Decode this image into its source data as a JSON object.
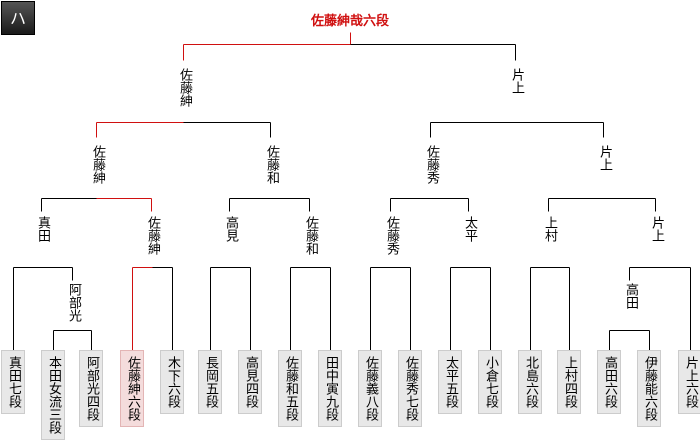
{
  "tab_label": "ハ",
  "champion": "佐藤紳哉六段",
  "colors": {
    "winner_path": "#d01010",
    "line": "#000000",
    "box": "#e8e8e8",
    "box_highlight": "#f4dcdc"
  },
  "round_winners": {
    "final": [
      "佐藤紳",
      "片上"
    ],
    "semi": [
      "佐藤紳",
      "佐藤和",
      "佐藤秀",
      "片上"
    ],
    "quarter": [
      "真田",
      "佐藤紳",
      "高見",
      "佐藤和",
      "佐藤秀",
      "太平",
      "上村",
      "片上"
    ],
    "first": [
      "阿部光",
      "高田"
    ]
  },
  "players": [
    {
      "name": "真田七段"
    },
    {
      "name": "本田女流三段"
    },
    {
      "name": "阿部光四段"
    },
    {
      "name": "佐藤紳六段",
      "highlight": true
    },
    {
      "name": "木下六段"
    },
    {
      "name": "長岡五段"
    },
    {
      "name": "高見四段"
    },
    {
      "name": "佐藤和五段"
    },
    {
      "name": "田中寅九段"
    },
    {
      "name": "佐藤義八段"
    },
    {
      "name": "佐藤秀七段"
    },
    {
      "name": "太平五段"
    },
    {
      "name": "小倉七段"
    },
    {
      "name": "北島六段"
    },
    {
      "name": "上村四段"
    },
    {
      "name": "高田六段"
    },
    {
      "name": "伊藤能六段"
    },
    {
      "name": "片上六段"
    }
  ]
}
